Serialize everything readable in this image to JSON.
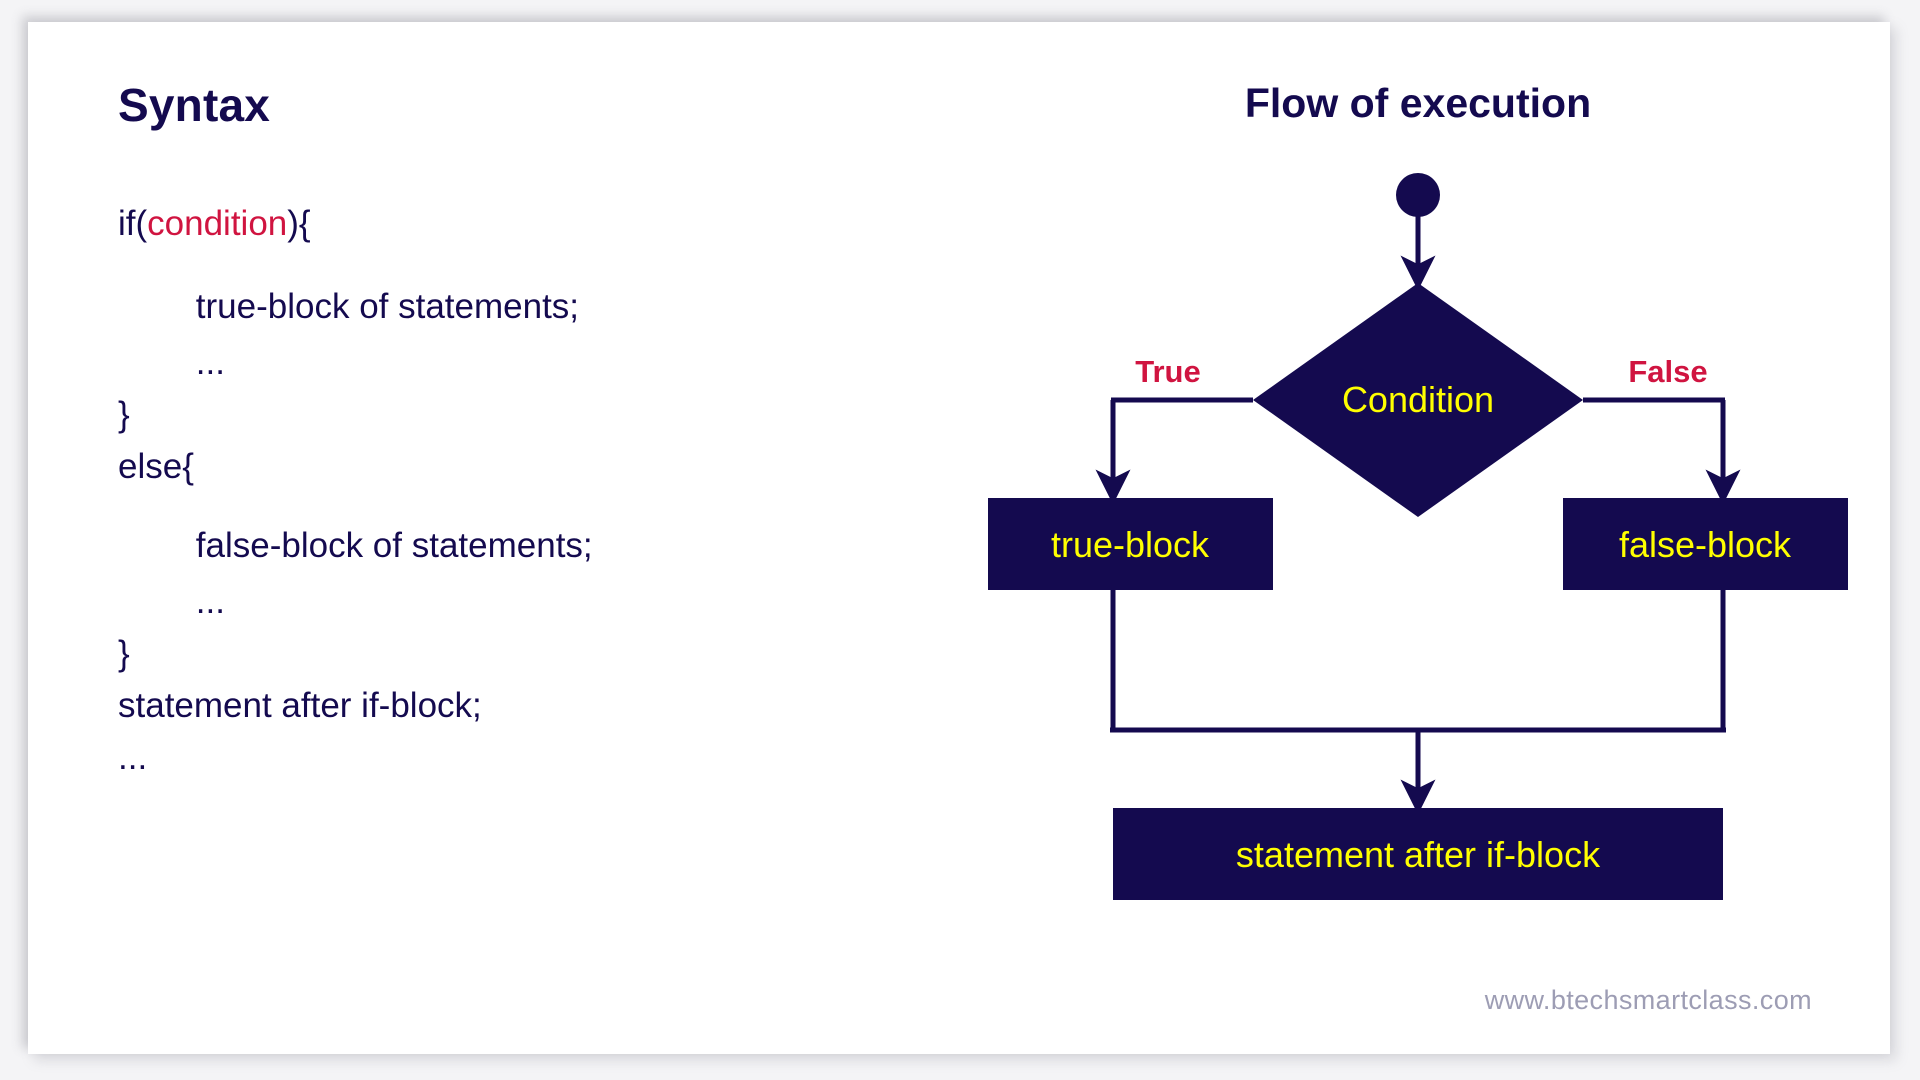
{
  "syntax": {
    "heading": "Syntax",
    "lines": [
      {
        "before": "if(",
        "highlight": "condition",
        "after": "){"
      },
      {
        "text": "        true-block of statements;"
      },
      {
        "text": "        ..."
      },
      {
        "text": "}"
      },
      {
        "text": "else{"
      },
      {
        "text": "        false-block of statements;"
      },
      {
        "text": "        ..."
      },
      {
        "text": "}"
      },
      {
        "text": "statement after if-block;"
      },
      {
        "text": "..."
      }
    ]
  },
  "flow": {
    "title": "Flow of execution",
    "start_node": "start-dot",
    "decision": "Condition",
    "branch_true": "True",
    "branch_false": "False",
    "true_block": "true-block",
    "false_block": "false-block",
    "merge_block": "statement after if-block"
  },
  "watermark": "www.btechsmartclass.com",
  "colors": {
    "navy": "#140a4f",
    "red": "#d01440",
    "yellow": "#ffff00",
    "white": "#ffffff",
    "watermark_gray": "#9d9db4"
  }
}
